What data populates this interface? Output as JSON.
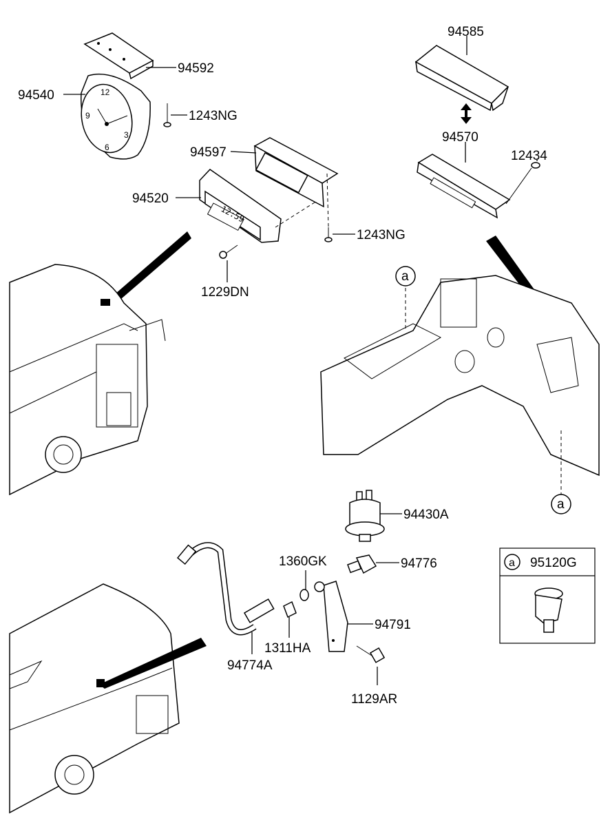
{
  "labels": {
    "p94585": "94585",
    "p94592": "94592",
    "p94540": "94540",
    "p1243ng_top": "1243NG",
    "p94570": "94570",
    "p12434": "12434",
    "p94597": "94597",
    "p94520": "94520",
    "p1243ng_mid": "1243NG",
    "p1229dn": "1229DN",
    "p94430a": "94430A",
    "p1360gk": "1360GK",
    "p94776": "94776",
    "p94791": "94791",
    "p1311ha": "1311HA",
    "p94774a": "94774A",
    "p1129ar": "1129AR"
  },
  "callouts": {
    "marker_top": "a",
    "marker_bottom": "a"
  },
  "legend_box": {
    "marker": "a",
    "part_number": "95120G"
  },
  "clock_numerals": {
    "twelve": "12",
    "three": "3",
    "six": "6",
    "nine": "9"
  },
  "digital_display": "12:59"
}
